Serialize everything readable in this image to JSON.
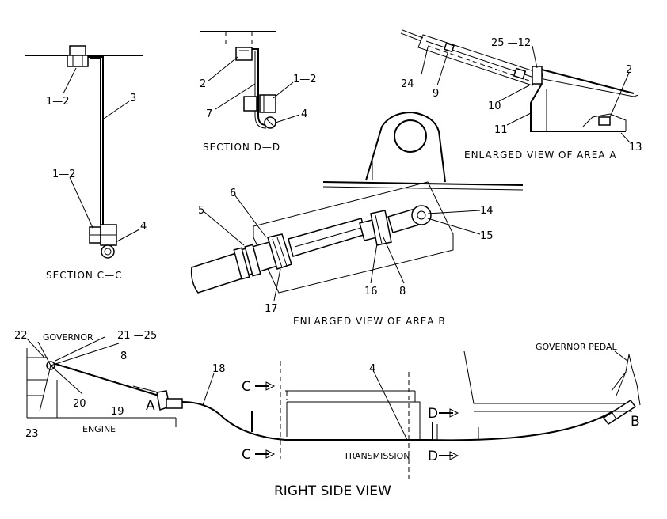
{
  "labels": {
    "c1_1_2_top": "1—2",
    "c1_3": "3",
    "c1_1_2_bot": "1—2",
    "c1_4": "4",
    "section_cc": "SECTION C—C",
    "d_2": "2",
    "d_7": "7",
    "d_1_2": "1—2",
    "d_4": "4",
    "section_dd": "SECTION D—D",
    "a_25_12": "25 —12",
    "a_24": "24",
    "a_9": "9",
    "a_10": "10",
    "a_11": "11",
    "a_2": "2",
    "a_13": "13",
    "enlarged_a": "ENLARGED VIEW OF AREA A",
    "b_5": "5",
    "b_6": "6",
    "b_14": "14",
    "b_15": "15",
    "b_17": "17",
    "b_16": "16",
    "b_8": "8",
    "enlarged_b": "ENLARGED VIEW OF AREA B",
    "r_22": "22",
    "r_governor": "GOVERNOR",
    "r_21_25": "21 —25",
    "r_8": "8",
    "r_18": "18",
    "r_4": "4",
    "r_governor_pedal": "GOVERNOR PEDAL",
    "r_20": "20",
    "r_19": "19",
    "r_a": "A",
    "r_23": "23",
    "r_engine": "ENGINE",
    "r_c_top": "C",
    "r_c_bot": "C",
    "r_d_top": "D",
    "r_d_bot": "D",
    "r_transmission": "TRANSMISSION",
    "r_b": "B",
    "right_side_view": "RIGHT SIDE VIEW"
  }
}
